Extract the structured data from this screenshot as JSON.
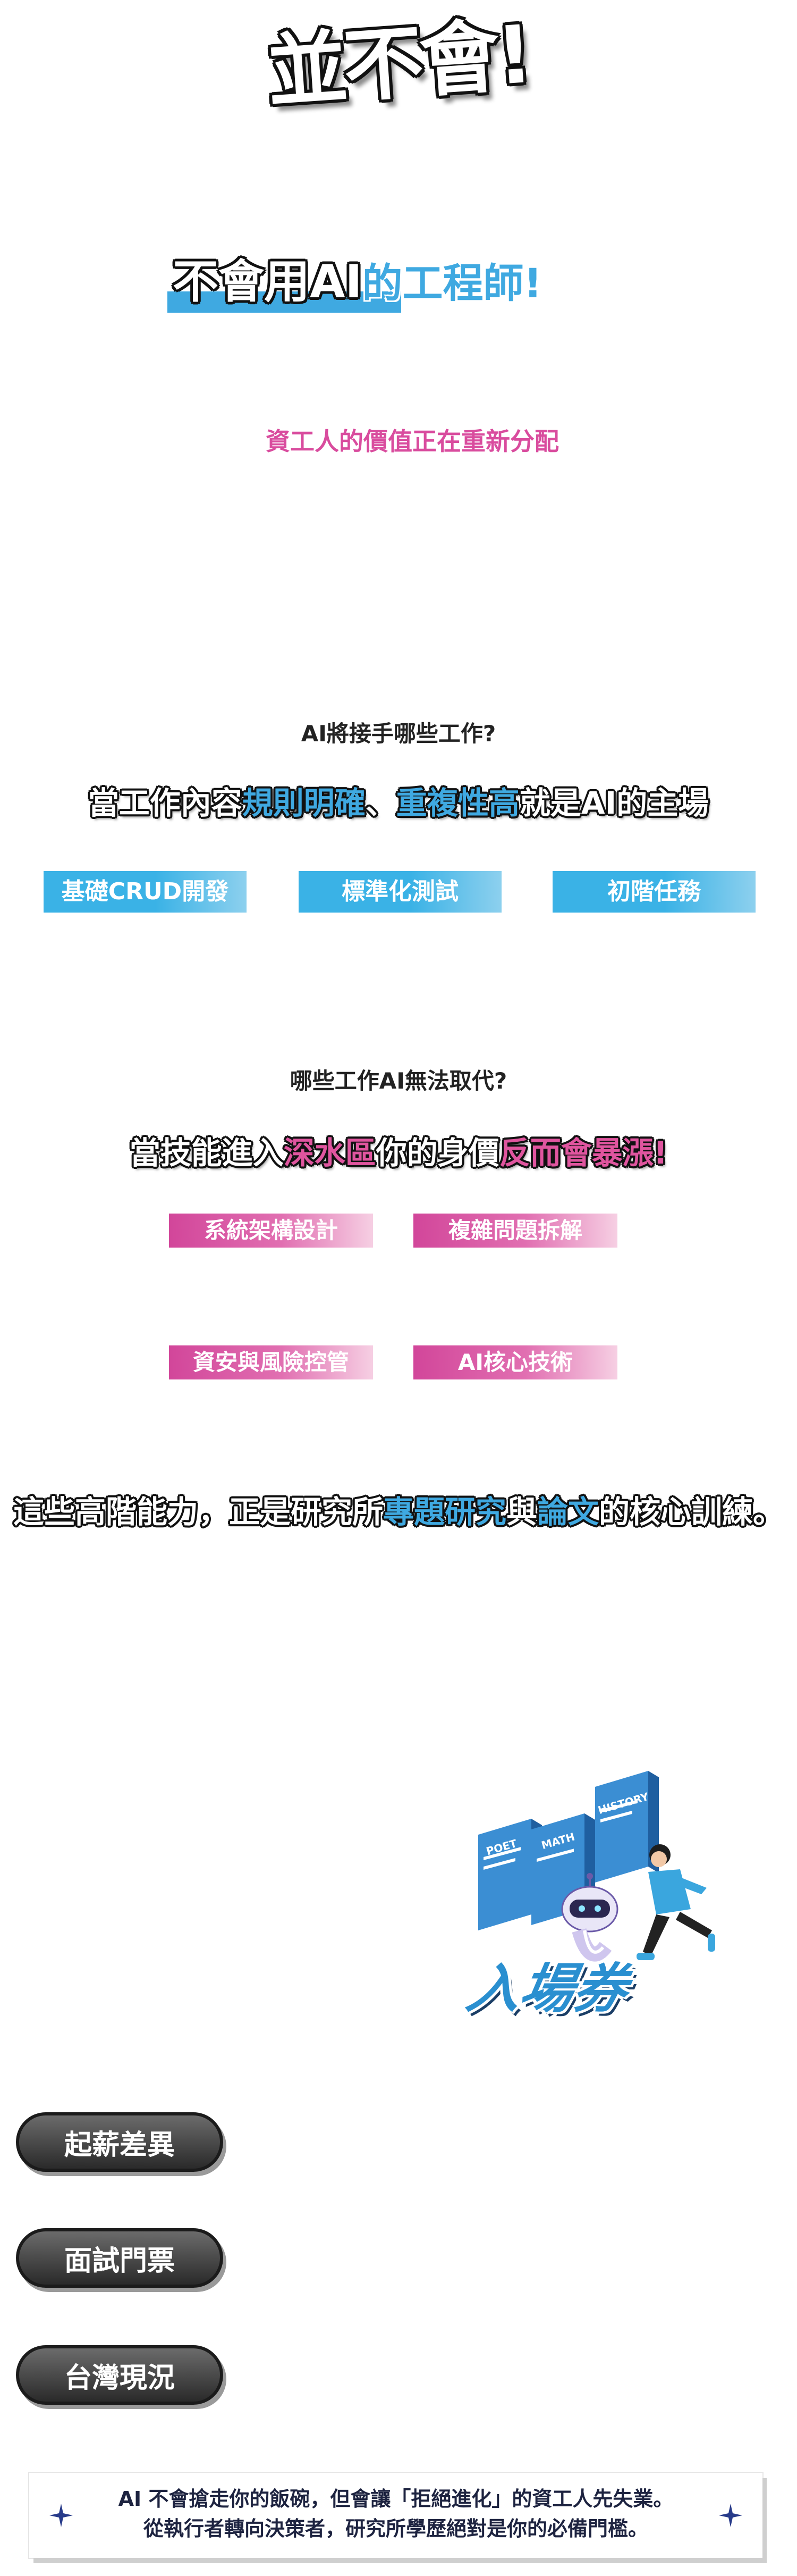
{
  "hero": {
    "title": "並不會!",
    "banner_part1": "不會用AI",
    "banner_part2": "的工程師!",
    "pink_subtitle": "資工人的價值正在重新分配"
  },
  "section_replace": {
    "question": "AI將接手哪些工作?",
    "line_pre": "當工作內容",
    "line_hl1": "規則明確",
    "line_sep": "、",
    "line_hl2": "重複性高",
    "line_post": "就是AI的主場",
    "tags": [
      "基礎CRUD開發",
      "標準化測試",
      "初階任務"
    ]
  },
  "section_irreplaceable": {
    "question": "哪些工作AI無法取代?",
    "line_pre": "當技能進入",
    "line_hl1": "深水區",
    "line_mid": "你的身價",
    "line_hl2": "反而會暴漲!",
    "tags": [
      "系統架構設計",
      "複雜問題拆解",
      "資安與風險控管",
      "AI核心技術"
    ]
  },
  "summary": {
    "pre": "這些高階能力，正是研究所",
    "hl1": "專題研究",
    "mid": "與",
    "hl2": "論文",
    "post": "的核心訓練。"
  },
  "illustration": {
    "card_labels": [
      "POET",
      "MATH",
      "HISTORY"
    ],
    "ticket_word": "入場券"
  },
  "pills": [
    "起薪差異",
    "面試門票",
    "台灣現況"
  ],
  "note": {
    "line1": "AI 不會搶走你的飯碗，但會讓「拒絕進化」的資工人先失業。",
    "line2": "從執行者轉向決策者，研究所學歷絕對是你的必備門檻。"
  },
  "colors": {
    "blue": "#3fa9e1",
    "pink": "#d94c9e",
    "dark": "#1d2340"
  }
}
